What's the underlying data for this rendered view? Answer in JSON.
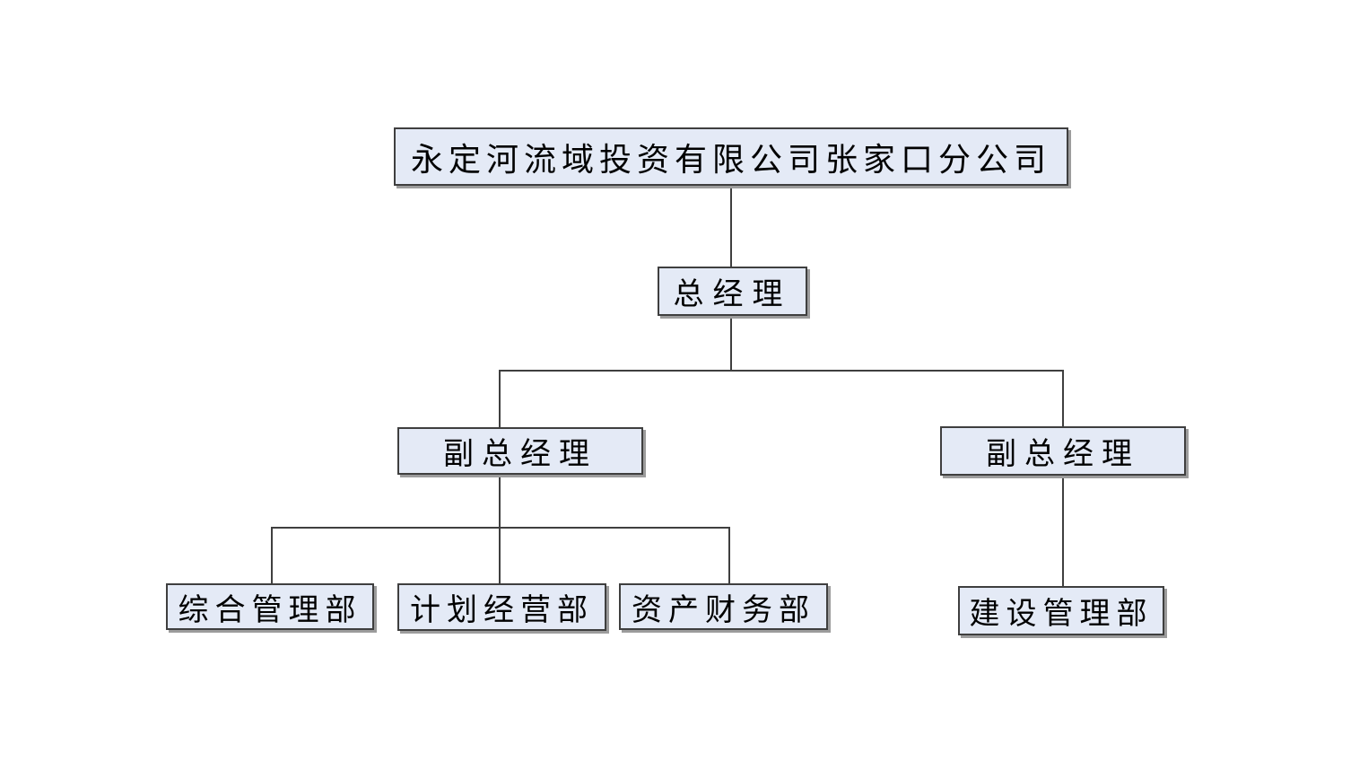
{
  "org_chart": {
    "nodes": {
      "company": "永定河流域投资有限公司张家口分公司",
      "general_manager": "总经理",
      "deputy_gm_left": "副总经理",
      "deputy_gm_right": "副总经理",
      "dept_general_admin": "综合管理部",
      "dept_planning": "计划经营部",
      "dept_asset_finance": "资产财务部",
      "dept_construction": "建设管理部"
    },
    "edges": [
      {
        "from": "company",
        "to": "general_manager"
      },
      {
        "from": "general_manager",
        "to": "deputy_gm_left"
      },
      {
        "from": "general_manager",
        "to": "deputy_gm_right"
      },
      {
        "from": "deputy_gm_left",
        "to": "dept_general_admin"
      },
      {
        "from": "deputy_gm_left",
        "to": "dept_planning"
      },
      {
        "from": "deputy_gm_left",
        "to": "dept_asset_finance"
      },
      {
        "from": "deputy_gm_right",
        "to": "dept_construction"
      }
    ]
  },
  "colors": {
    "background": "#ffffff",
    "box_fill": "#e4eaf6",
    "box_border": "#3f3f3f",
    "line": "#3f3f3f",
    "shadow": "#9c9c9c",
    "text": "#000000"
  }
}
